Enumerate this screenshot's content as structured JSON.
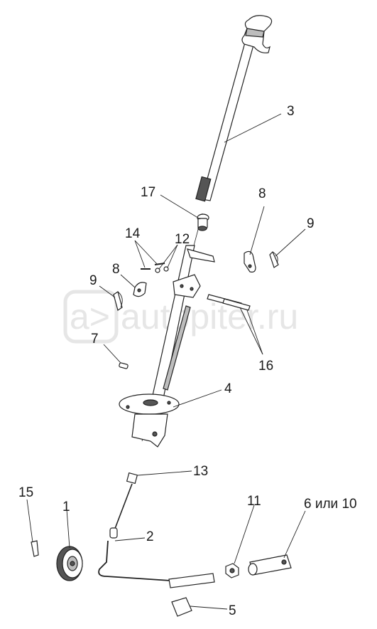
{
  "watermark": {
    "logo_text": "a>",
    "site_text": "autopiter.ru"
  },
  "callouts": [
    {
      "id": "c3",
      "text": "3"
    },
    {
      "id": "c17",
      "text": "17"
    },
    {
      "id": "c8a",
      "text": "8"
    },
    {
      "id": "c9a",
      "text": "9"
    },
    {
      "id": "c14",
      "text": "14"
    },
    {
      "id": "c12",
      "text": "12"
    },
    {
      "id": "c9b",
      "text": "9"
    },
    {
      "id": "c8b",
      "text": "8"
    },
    {
      "id": "c7",
      "text": "7"
    },
    {
      "id": "c16",
      "text": "16"
    },
    {
      "id": "c4",
      "text": "4"
    },
    {
      "id": "c13",
      "text": "13"
    },
    {
      "id": "c15",
      "text": "15"
    },
    {
      "id": "c1",
      "text": "1"
    },
    {
      "id": "c11",
      "text": "11"
    },
    {
      "id": "c6",
      "text": "6 или 10"
    },
    {
      "id": "c2",
      "text": "2"
    },
    {
      "id": "c5",
      "text": "5"
    }
  ],
  "colors": {
    "line": "#222222",
    "watermark": "#e6e6e6",
    "background": "#ffffff"
  }
}
